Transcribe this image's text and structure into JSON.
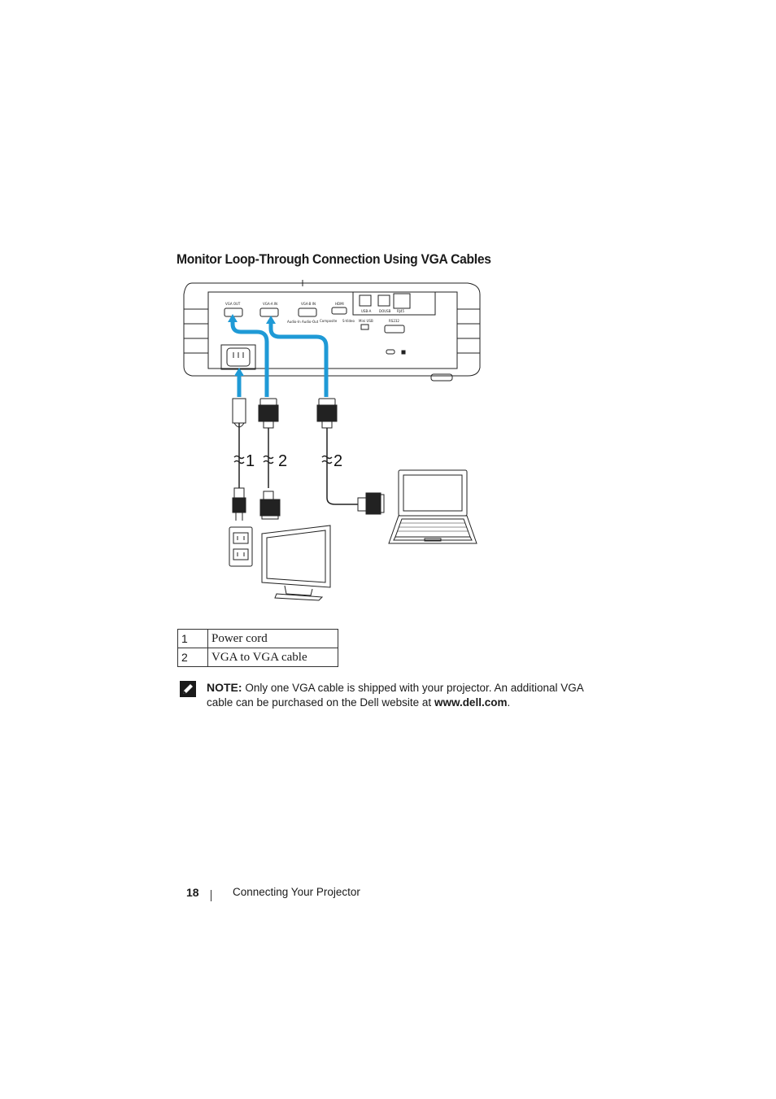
{
  "heading": "Monitor Loop-Through Connection Using VGA Cables",
  "diagram": {
    "ports": {
      "vga_out": "VGA OUT",
      "vga_a_in": "VGA-A IN",
      "vga_b_in": "VGA-B IN",
      "hdmi": "HDMI",
      "usb_a": "USB-A",
      "dousb": "DOUSB",
      "rj45": "RJ45",
      "audio_in": "Audio-In",
      "audio_out": "Audio-Out",
      "composite": "Composite",
      "s_video": "S-Video",
      "mini_usb": "Mini USB",
      "rs232": "RS232"
    },
    "callouts": [
      "1",
      "2",
      "2"
    ]
  },
  "legend": [
    {
      "num": "1",
      "text": "Power cord"
    },
    {
      "num": "2",
      "text": "VGA to VGA cable"
    }
  ],
  "note": {
    "label": "NOTE:",
    "text_before": " Only one VGA cable is shipped with your projector. An additional VGA cable can be purchased on the Dell website at ",
    "url": "www.dell.com",
    "text_after": "."
  },
  "footer": {
    "page_number": "18",
    "section_title": "Connecting Your Projector"
  },
  "colors": {
    "cable_blue": "#1f9ad6",
    "ink": "#1a1a1a"
  }
}
